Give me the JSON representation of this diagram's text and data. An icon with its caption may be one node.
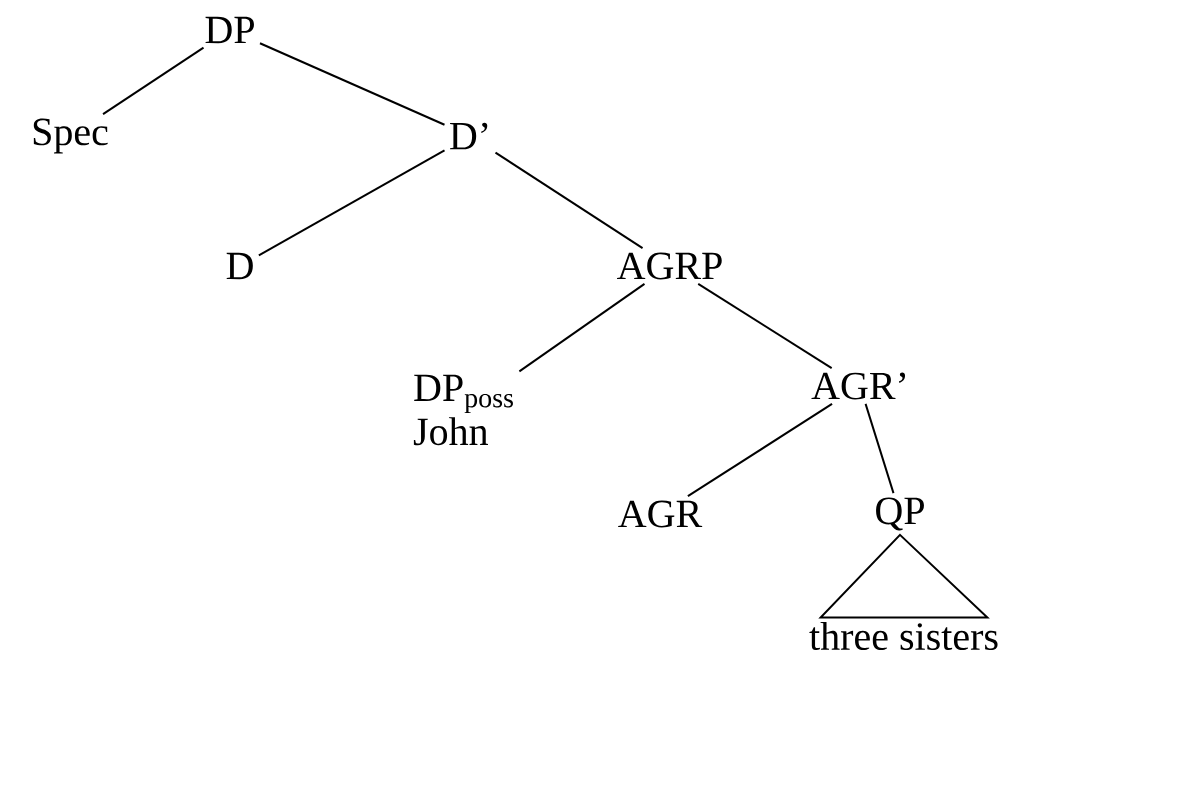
{
  "diagram": {
    "nodes": [
      {
        "text": [
          "DP"
        ]
      },
      {
        "text": [
          "Spec"
        ]
      },
      {
        "text": [
          "D’"
        ]
      },
      {
        "text": [
          "D"
        ]
      },
      {
        "text": [
          "AGRP"
        ]
      },
      {
        "text": [
          "DP$_{poss}$",
          "John"
        ]
      },
      {
        "text": [
          "AGR’"
        ]
      },
      {
        "text": [
          "AGR"
        ]
      },
      {
        "text": [
          "QP"
        ]
      },
      {
        "text": [
          "three sisters"
        ]
      }
    ],
    "edges": [
      {
        "from": 0,
        "to": 1,
        "arrow": "none"
      },
      {
        "from": 0,
        "to": 2,
        "arrow": "none"
      },
      {
        "from": 2,
        "to": 3,
        "arrow": "none"
      },
      {
        "from": 2,
        "to": 4,
        "arrow": "none"
      },
      {
        "from": 4,
        "to": 5,
        "arrow": "none"
      },
      {
        "from": 4,
        "to": 6,
        "arrow": "none"
      },
      {
        "from": 6,
        "to": 7,
        "arrow": "none"
      },
      {
        "from": 6,
        "to": 8,
        "arrow": "none"
      },
      {
        "from": 8,
        "to": 9,
        "arrow": "none"
      }
    ]
  }
}
